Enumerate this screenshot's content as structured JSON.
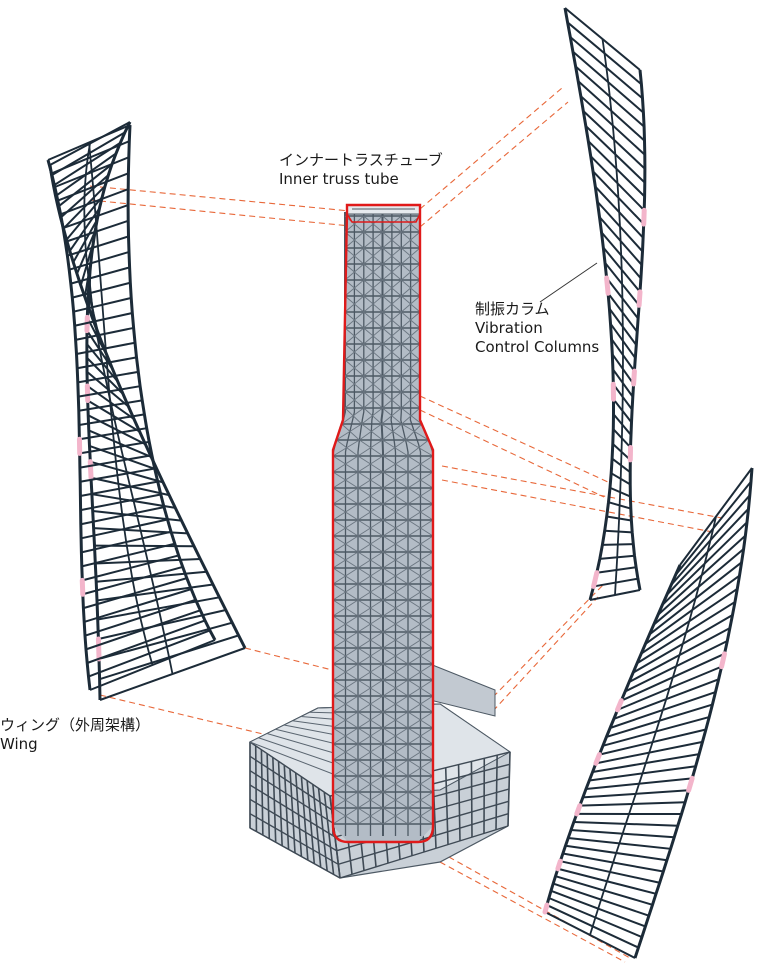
{
  "labels": {
    "inner_truss_tube": {
      "ja": "インナートラスチューブ",
      "en": "Inner truss tube"
    },
    "vibration_control_columns": {
      "ja": "制振カラム",
      "en1": "Vibration",
      "en2": "Control Columns"
    },
    "wing": {
      "ja": "ウィング（外周架構）",
      "en": "Wing"
    }
  },
  "colors": {
    "frame": "#1c2b38",
    "tower_fill": "#b3bcc6",
    "tower_line": "#4d5964",
    "outline": "#e01a1a",
    "leader": "#e8683a",
    "damper": "#f3b5cb"
  }
}
